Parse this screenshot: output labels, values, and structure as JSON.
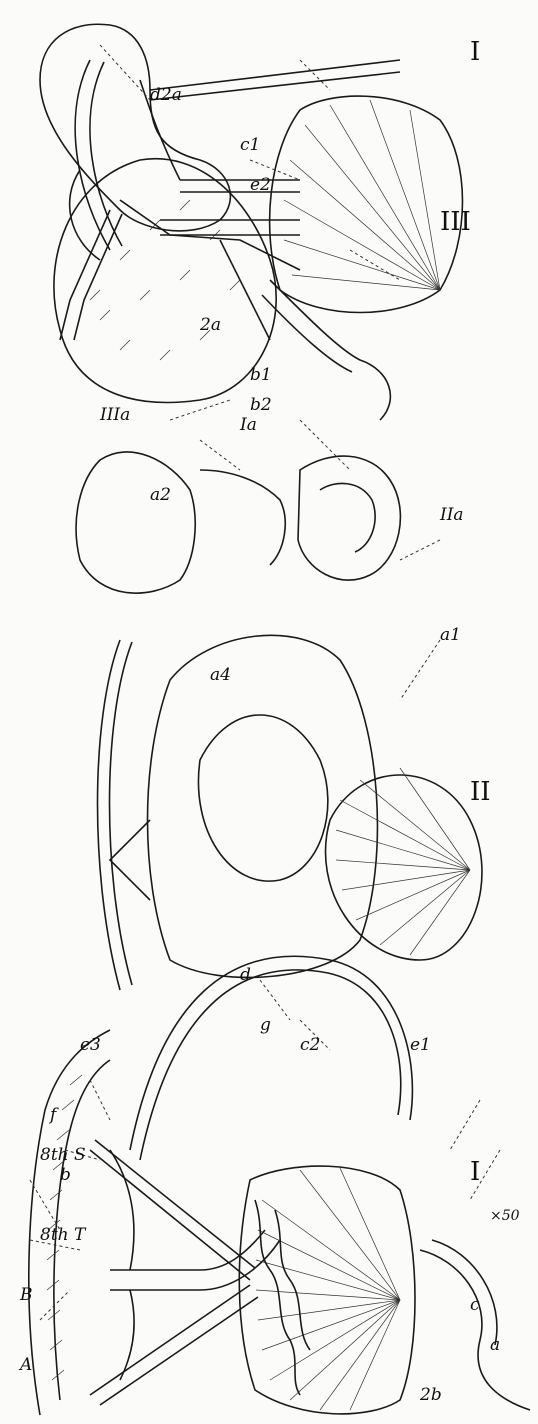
{
  "figure_labels": {
    "fig_I_a": "I",
    "fig_II": "II",
    "fig_Ia": "Ia",
    "fig_IIa": "IIa",
    "fig_IIIa": "IIIa",
    "fig_III": "III",
    "fig_I_b": "I"
  },
  "magnification": "×50",
  "letters": {
    "A": "A",
    "B": "B",
    "a": "a",
    "b": "b",
    "c": "c",
    "c2": "c2",
    "d": "d",
    "e1": "e1",
    "e3": "e3",
    "f": "f",
    "g": "g",
    "2b": "2b",
    "8thT": "8th T",
    "8thS": "8th S",
    "a1": "a1",
    "a2": "a2",
    "a4": "a4",
    "b1": "b1",
    "b2": "b2",
    "2a": "2a",
    "c1": "c1",
    "e2": "e2",
    "d2a": "d2a"
  }
}
